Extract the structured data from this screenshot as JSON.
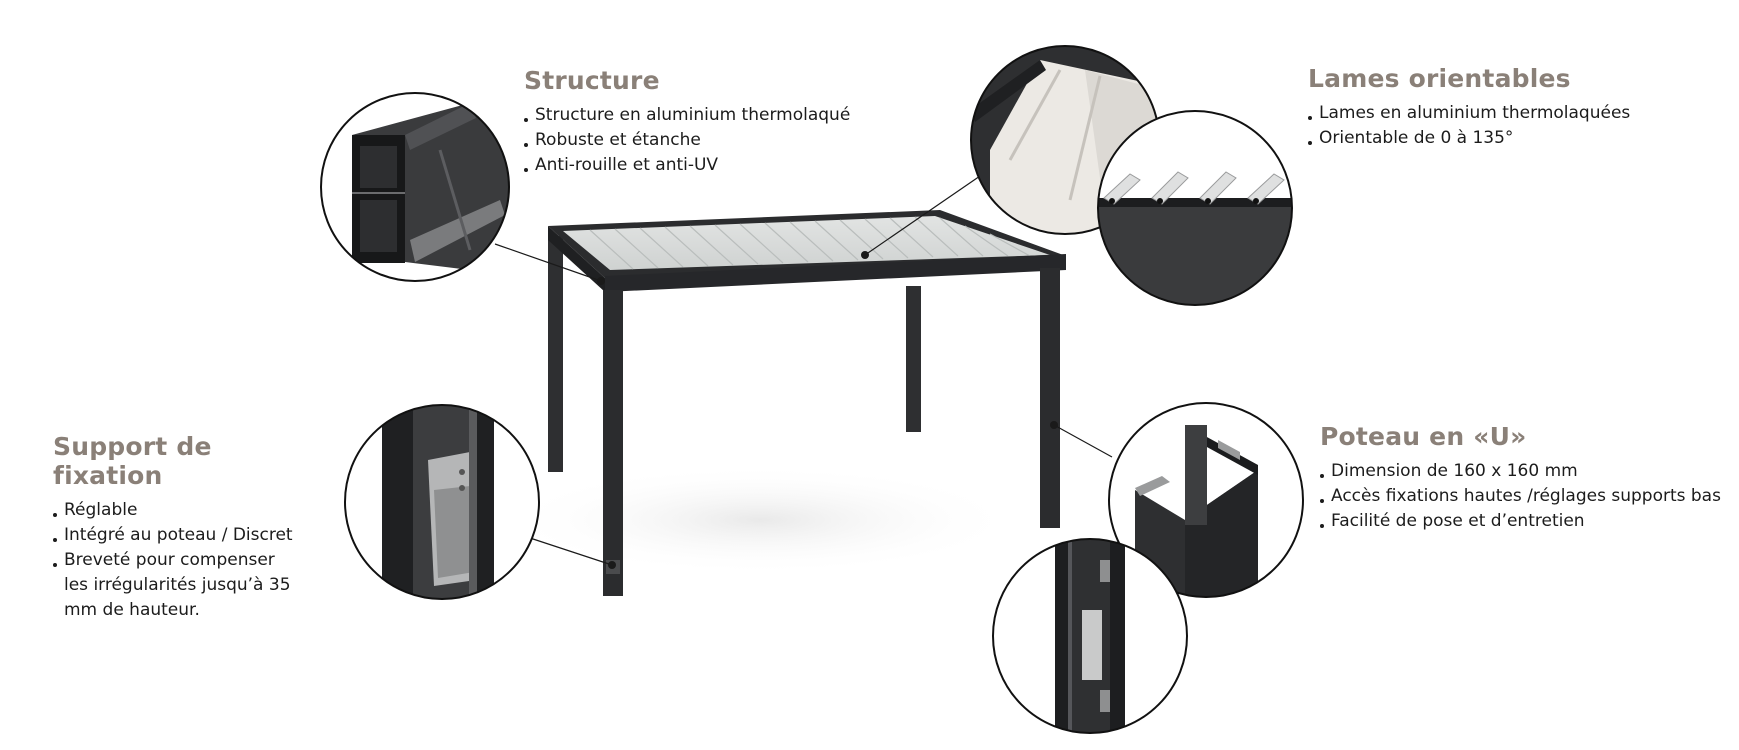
{
  "sections": {
    "structure": {
      "title": "Structure",
      "items": [
        "Structure en aluminium thermolaqué",
        "Robuste et étanche",
        "Anti-rouille et anti-UV"
      ]
    },
    "lames": {
      "title": "Lames orientables",
      "items": [
        "Lames en aluminium thermolaquées",
        "Orientable de 0 à 135°"
      ]
    },
    "support": {
      "title": "Support de fixation",
      "items": [
        "Réglable",
        "Intégré au poteau / Discret",
        "Breveté pour compenser les irrégularités jusqu’à 35 mm de hauteur."
      ]
    },
    "poteau": {
      "title": "Poteau en «U»",
      "items": [
        "Dimension de 160 x 160 mm",
        "Accès fixations hautes /réglages supports bas",
        "Facilité de pose et d’entretien"
      ]
    }
  },
  "colors": {
    "title": "#8a8078",
    "frame": "#2b2c2e",
    "slats": "#d9dbda",
    "text": "#1c1c1c"
  }
}
